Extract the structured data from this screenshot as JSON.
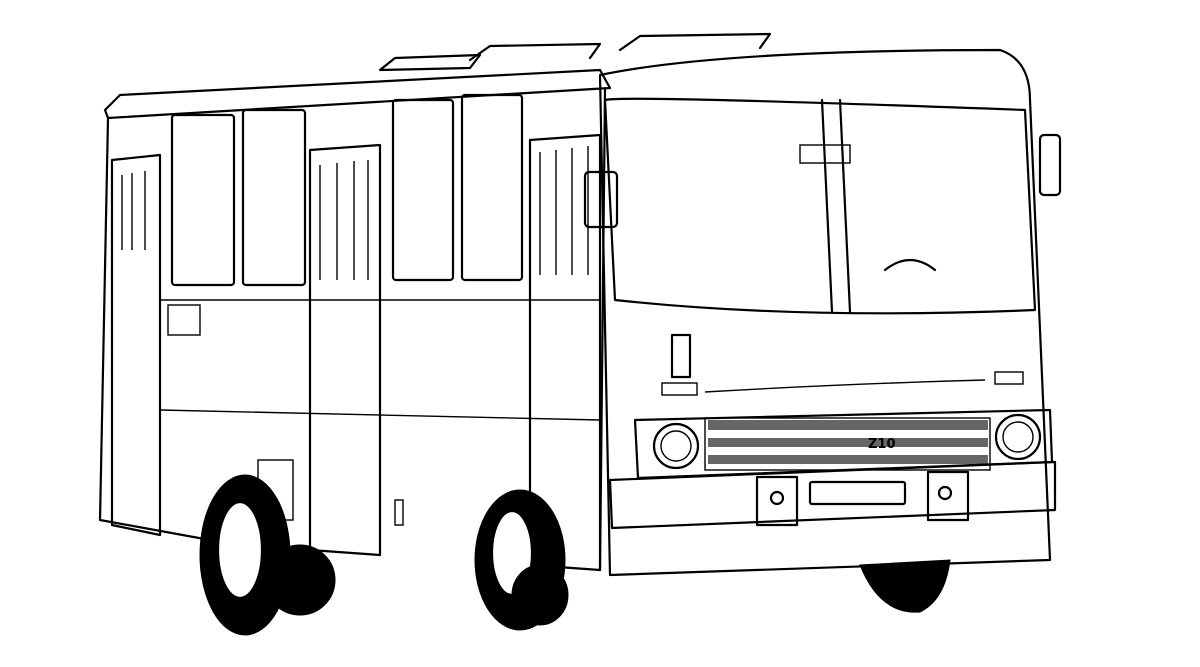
{
  "image": {
    "subject": "Line drawing of a city bus (three-quarter front view)",
    "style": "black ink on white",
    "colors": {
      "ink": "#000000",
      "paper": "#ffffff"
    }
  },
  "bus": {
    "grille_badge": "Z10",
    "side_doors": 3,
    "wheels_visible": 2
  }
}
